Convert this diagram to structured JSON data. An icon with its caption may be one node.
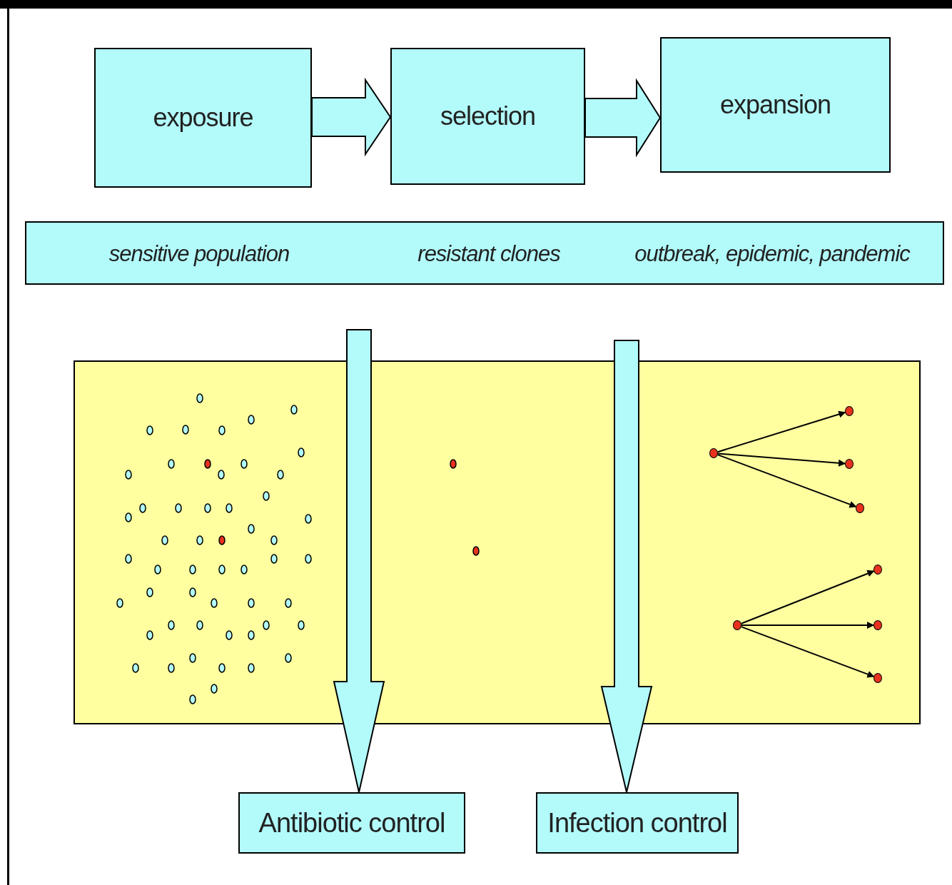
{
  "diagram": {
    "nodes": [
      {
        "text": [
          "exposure"
        ]
      },
      {
        "text": [
          "selection"
        ]
      },
      {
        "text": [
          "expansion"
        ]
      },
      {
        "text": [
          "sensitive population",
          "resistant clones",
          "outbreak, epidemic, pandemic"
        ]
      },
      {
        "text": [],
        "shape": "box"
      },
      {
        "text": [],
        "shape": "circle",
        "in": 4
      },
      {
        "text": [],
        "shape": "circle",
        "in": 4
      },
      {
        "text": [],
        "shape": "circle",
        "in": 4
      },
      {
        "text": [],
        "shape": "circle",
        "in": 4
      },
      {
        "text": [],
        "shape": "circle",
        "in": 4
      },
      {
        "text": [],
        "shape": "circle",
        "in": 4
      },
      {
        "text": [],
        "shape": "circle",
        "in": 4
      },
      {
        "text": [],
        "shape": "circle",
        "in": 4
      },
      {
        "text": [
          "Antibiotic control"
        ]
      },
      {
        "text": [
          "Infection control"
        ]
      }
    ],
    "edges": [
      {
        "from": 0,
        "to": 1,
        "arrow": "to",
        "style": "thick"
      },
      {
        "from": 1,
        "to": 2,
        "arrow": "to",
        "style": "thick"
      },
      {
        "from": 6,
        "to": 5,
        "arrow": "to"
      },
      {
        "from": 6,
        "to": 7,
        "arrow": "to"
      },
      {
        "from": 6,
        "to": 8,
        "arrow": "to"
      },
      {
        "from": 10,
        "to": 9,
        "arrow": "to"
      },
      {
        "from": 10,
        "to": 11,
        "arrow": "to"
      },
      {
        "from": 10,
        "to": 12,
        "arrow": "to"
      },
      {
        "from": null,
        "to": 13,
        "arrow": "to",
        "style": "thick"
      },
      {
        "from": null,
        "to": 14,
        "arrow": "to",
        "style": "thick"
      }
    ]
  }
}
